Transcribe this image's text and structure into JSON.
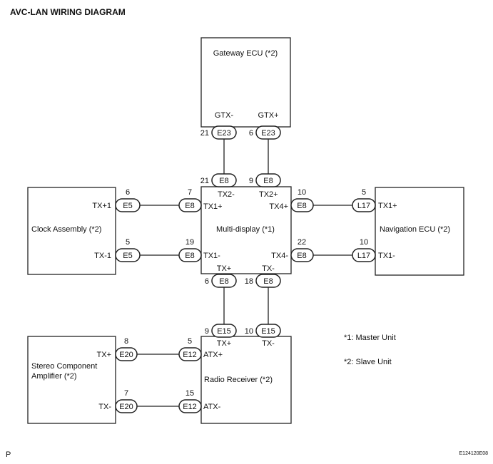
{
  "title": "AVC-LAN WIRING DIAGRAM",
  "footer_left": "P",
  "footer_right": "E124120E08",
  "notes": [
    "*1: Master Unit",
    "*2: Slave Unit"
  ],
  "components": {
    "gateway": "Gateway ECU (*2)",
    "clock": "Clock Assembly (*2)",
    "multi": "Multi-display (*1)",
    "nav": "Navigation ECU (*2)",
    "radio": "Radio Receiver (*2)",
    "stereo_line1": "Stereo Component",
    "stereo_line2": "Amplifier (*2)"
  },
  "terminals": {
    "gtx_minus": "GTX-",
    "gtx_plus": "GTX+",
    "clock_tx1": "TX+1",
    "clock_tx_1": "TX-1",
    "md_tx2m": "TX2-",
    "md_tx2p": "TX2+",
    "md_tx1p": "TX1+",
    "md_tx4p": "TX4+",
    "md_tx1m": "TX1-",
    "md_tx4m": "TX4-",
    "md_txp": "TX+",
    "md_txm": "TX-",
    "nav_tx1p": "TX1+",
    "nav_tx1m": "TX1-",
    "rr_txp": "TX+",
    "rr_txm": "TX-",
    "rr_atxp": "ATX+",
    "rr_atxm": "ATX-",
    "st_txp": "TX+",
    "st_txm": "TX-"
  },
  "connectors": {
    "gw_left": {
      "pin": "21",
      "code": "E23"
    },
    "gw_right": {
      "pin": "6",
      "code": "E23"
    },
    "md_top_left": {
      "pin": "21",
      "code": "E8"
    },
    "md_top_right": {
      "pin": "9",
      "code": "E8"
    },
    "clk_top": {
      "pin": "6",
      "code": "E5"
    },
    "clk_bot": {
      "pin": "5",
      "code": "E5"
    },
    "md_left_top": {
      "pin": "7",
      "code": "E8"
    },
    "md_left_bot": {
      "pin": "19",
      "code": "E8"
    },
    "md_right_top": {
      "pin": "10",
      "code": "E8"
    },
    "md_right_bot": {
      "pin": "22",
      "code": "E8"
    },
    "nav_top": {
      "pin": "5",
      "code": "L17"
    },
    "nav_bot": {
      "pin": "10",
      "code": "L17"
    },
    "md_bot_left": {
      "pin": "6",
      "code": "E8"
    },
    "md_bot_right": {
      "pin": "18",
      "code": "E8"
    },
    "rr_top_left": {
      "pin": "9",
      "code": "E15"
    },
    "rr_top_right": {
      "pin": "10",
      "code": "E15"
    },
    "st_top": {
      "pin": "8",
      "code": "E20"
    },
    "st_bot": {
      "pin": "7",
      "code": "E20"
    },
    "rr_left_top": {
      "pin": "5",
      "code": "E12"
    },
    "rr_left_bot": {
      "pin": "15",
      "code": "E12"
    }
  }
}
